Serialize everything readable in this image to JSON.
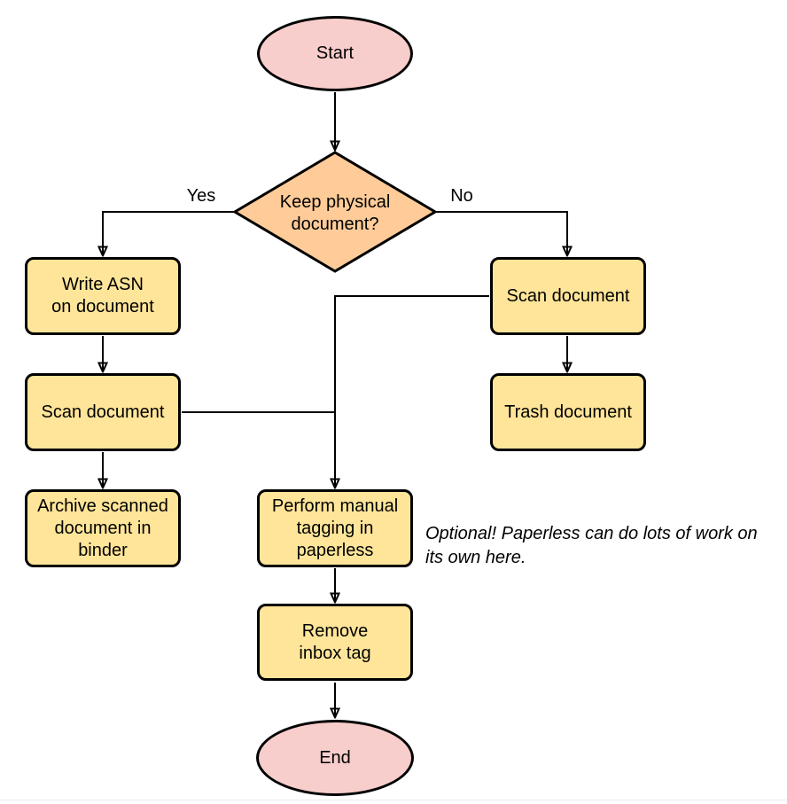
{
  "diagram_type": "flowchart",
  "colors": {
    "terminator_fill": "#F8CECC",
    "decision_fill": "#FFCC99",
    "process_fill": "#FFE599",
    "stroke": "#000000",
    "background": "#ffffff"
  },
  "nodes": {
    "start": {
      "type": "terminator",
      "label": "Start"
    },
    "decision": {
      "type": "decision",
      "label": "Keep physical\ndocument?"
    },
    "write_asn": {
      "type": "process",
      "label": "Write ASN\non document"
    },
    "scan_left": {
      "type": "process",
      "label": "Scan document"
    },
    "archive": {
      "type": "process",
      "label": "Archive scanned\ndocument in\nbinder"
    },
    "scan_right": {
      "type": "process",
      "label": "Scan document"
    },
    "trash": {
      "type": "process",
      "label": "Trash document"
    },
    "perform_tagging": {
      "type": "process",
      "label": "Perform manual\ntagging in\npaperless"
    },
    "remove_inbox": {
      "type": "process",
      "label": "Remove\ninbox tag"
    },
    "end": {
      "type": "terminator",
      "label": "End"
    }
  },
  "edge_labels": {
    "yes": "Yes",
    "no": "No"
  },
  "edges": [
    {
      "from": "start",
      "to": "decision",
      "label": ""
    },
    {
      "from": "decision",
      "to": "write_asn",
      "label": "Yes"
    },
    {
      "from": "decision",
      "to": "scan_right",
      "label": "No"
    },
    {
      "from": "write_asn",
      "to": "scan_left",
      "label": ""
    },
    {
      "from": "scan_left",
      "to": "archive",
      "label": ""
    },
    {
      "from": "scan_right",
      "to": "trash",
      "label": ""
    },
    {
      "from": "scan_right",
      "to": "perform_tagging",
      "label": ""
    },
    {
      "from": "scan_left",
      "to": "perform_tagging",
      "label": ""
    },
    {
      "from": "perform_tagging",
      "to": "remove_inbox",
      "label": ""
    },
    {
      "from": "remove_inbox",
      "to": "end",
      "label": ""
    }
  ],
  "annotation": "Optional! Paperless can do lots of work on\nits own here."
}
